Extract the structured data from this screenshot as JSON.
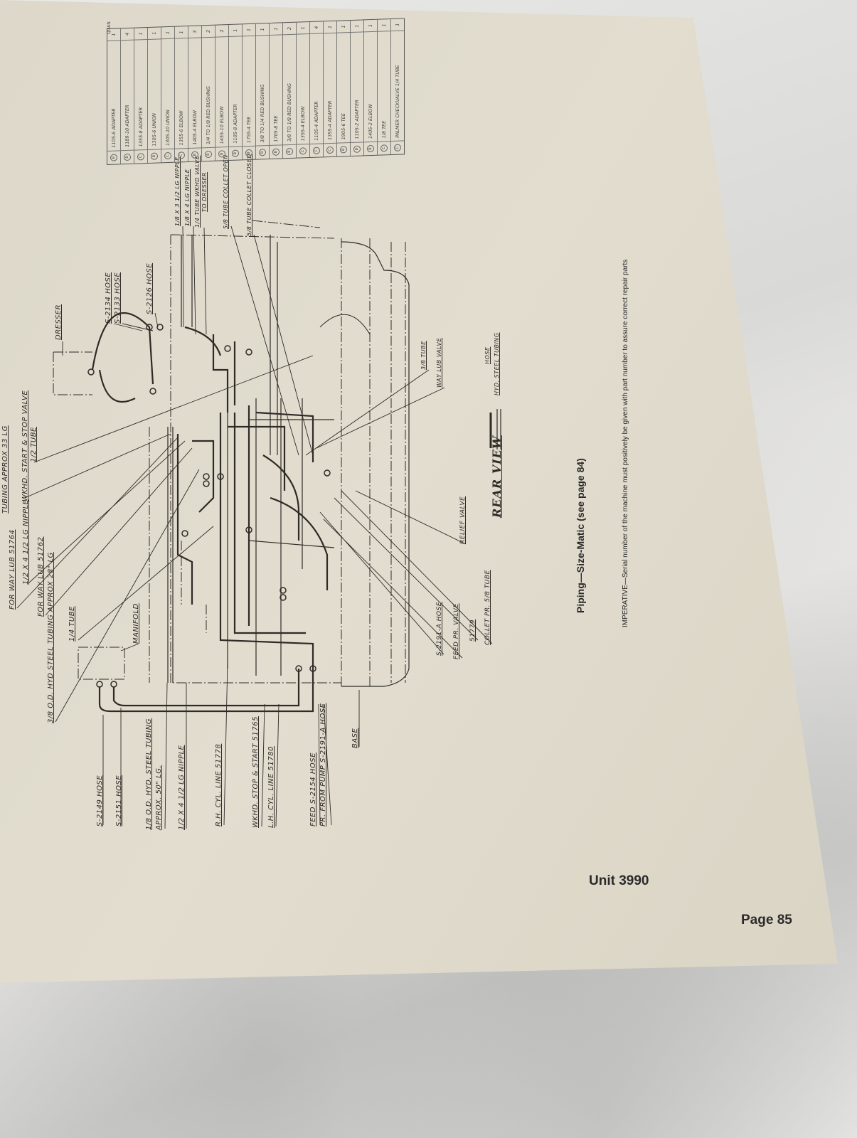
{
  "labels_left_top": {
    "approx33": "TUBING APPROX 33 LG",
    "for_way_lub_51764": "FOR WAY LUB 51764",
    "nipple_half": "1/2 X 4 1/2 LG NIPPLE",
    "for_way_lub_51762": "FOR WAY LUB 51762",
    "od_tubing_28": "3/8 O.D. HYD STEEL TUBING APPROX 28\" LG",
    "quarter_tube": "1/4 TUBE",
    "manifold": "MANIFOLD",
    "wkhd_start_stop": "WKHD. START & STOP VALVE",
    "half_tube": "1/2 TUBE",
    "dresser": "DRESSER"
  },
  "labels_top_right": {
    "s2134": "S-2134 HOSE",
    "s2133": "S-2133 HOSE",
    "s2126": "S-2126 HOSE",
    "nipple_3half": "1/8 X 3 1/2 LG NIPPLE",
    "nipple_4": "1/8 X 4 LG NIPPLE",
    "tube_wkhd_valve": "1/4 TUBE WKHD VALVE",
    "to_dresser": "TO DRESSER",
    "collet_open": "5/8 TUBE COLLET OPEN",
    "collet_closed": "5/8 TUBE COLLET CLOSED"
  },
  "labels_bottom": {
    "s2149": "S-2149 HOSE",
    "s2151": "S-2151 HOSE",
    "od_tubing_50a": "1/8 O.D. HYD. STEEL TUBING",
    "od_tubing_50b": "APPROX. 50\" LG.",
    "nipple": "1/2 X 4 1/2 LG NIPPLE",
    "rh_cyl": "R.H. CYL. LINE 51778",
    "wkhd_stop_start": "WKHD. STOP & START 51765",
    "lh_cyl": "L.H. CYL. LINE 51780",
    "feed_hose": "FEED S-2154 HOSE",
    "pr_from_pump": "PR. FROM PUMP S-2191-A HOSE",
    "base": "BASE"
  },
  "labels_right": {
    "three_eighth_tube": "3/8 TUBE",
    "way_lub_valve": "WAY LUB VALVE",
    "relief_valve": "RELIEF VALVE",
    "s2191a": "S-2191-A HOSE",
    "feed_pr_valve": "FEED PR. VALVE",
    "n51779": "51779",
    "collet_pr": "COLLET PR. 5/8 TUBE"
  },
  "view_title": "REAR VIEW",
  "legend": {
    "hose": "HOSE",
    "tubing": "HYD. STEEL TUBING"
  },
  "caption": "Piping—Size-Matic (see page 84)",
  "imperative": "IMPERATIVE—Serial number of the machine must positively be given with part number to assure correct repair parts",
  "unit": "Unit 3990",
  "page": "Page 85",
  "parts_table": {
    "header": "QUAN",
    "rows": [
      {
        "code": "B",
        "part": "1105-6   ADAPTER",
        "qty": "1"
      },
      {
        "code": "B",
        "part": "1189-10   ADAPTER",
        "qty": "4"
      },
      {
        "code": "C",
        "part": "1355-8   ADAPTER",
        "qty": "1"
      },
      {
        "code": "B",
        "part": "1305-6   UNION",
        "qty": "1"
      },
      {
        "code": "C",
        "part": "1305-10   UNION",
        "qty": "1"
      },
      {
        "code": "C",
        "part": "1355-6   ELBOW",
        "qty": "1"
      },
      {
        "code": "B",
        "part": "1405-4   ELBOW",
        "qty": "3"
      },
      {
        "code": "B",
        "part": "1/4 TO 1/8 RED BUSHING",
        "qty": "2"
      },
      {
        "code": "B",
        "part": "1455-10   ELBOW",
        "qty": "2"
      },
      {
        "code": "B",
        "part": "1105-8   ADAPTER",
        "qty": "1"
      },
      {
        "code": "B",
        "part": "1755-4   TEE",
        "qty": "1"
      },
      {
        "code": "B",
        "part": "3/8 TO 1/4 RED BUSHING",
        "qty": "1"
      },
      {
        "code": "B",
        "part": "1705-8   TEE",
        "qty": "1"
      },
      {
        "code": "B",
        "part": "3/8 TO 1/8 RED BUSHING",
        "qty": "2"
      },
      {
        "code": "C",
        "part": "1355-4   ELBOW",
        "qty": "1"
      },
      {
        "code": "C",
        "part": "1105-4   ADAPTER",
        "qty": "4"
      },
      {
        "code": "C",
        "part": "1355-4   ADAPTER",
        "qty": "1"
      },
      {
        "code": "B",
        "part": "1905-6   TEE",
        "qty": "1"
      },
      {
        "code": "B",
        "part": "1105-2   ADAPTER",
        "qty": "1"
      },
      {
        "code": "B",
        "part": "1405-2   ELBOW",
        "qty": "1"
      },
      {
        "code": "C",
        "part": "1/8   TEE",
        "qty": "1"
      },
      {
        "code": "C",
        "part": "PALMER CHECKVALVE 1/4 TUBE",
        "qty": "1"
      }
    ]
  }
}
